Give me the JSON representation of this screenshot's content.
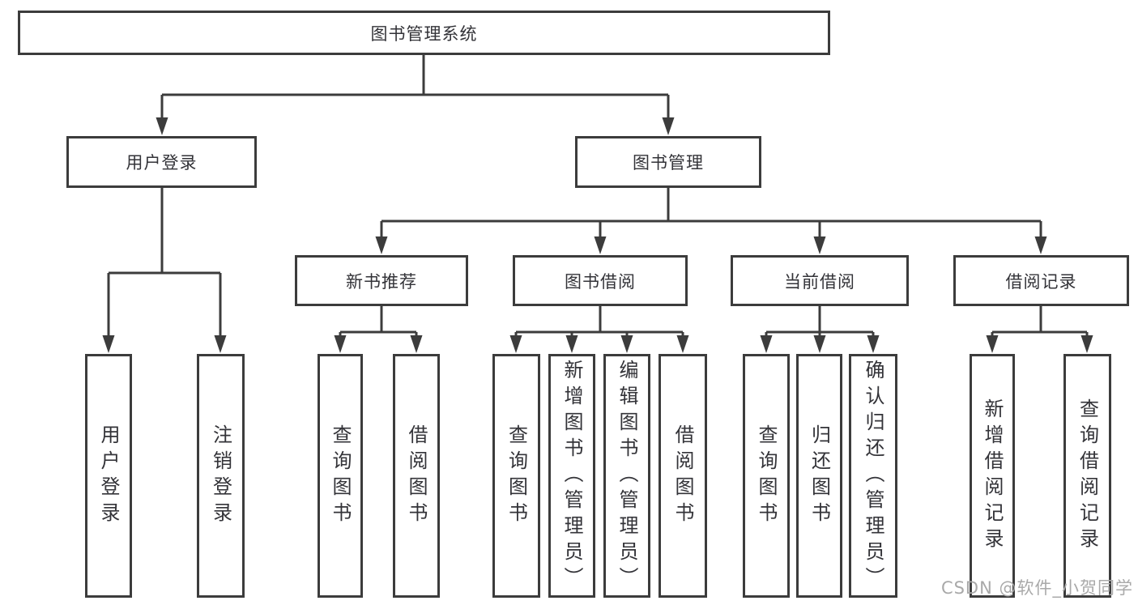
{
  "diagram": {
    "root_label": "图书管理系统",
    "branches": [
      {
        "label": "用户登录",
        "children": [
          {
            "label": "用户登录"
          },
          {
            "label": "注销登录"
          }
        ]
      },
      {
        "label": "图书管理",
        "children": [
          {
            "label": "新书推荐",
            "children": [
              {
                "label": "查询图书"
              },
              {
                "label": "借阅图书"
              }
            ]
          },
          {
            "label": "图书借阅",
            "children": [
              {
                "label": "查询图书"
              },
              {
                "label": "新增图书（管理员）"
              },
              {
                "label": "编辑图书（管理员）"
              },
              {
                "label": "借阅图书"
              }
            ]
          },
          {
            "label": "当前借阅",
            "children": [
              {
                "label": "查询图书"
              },
              {
                "label": "归还图书"
              },
              {
                "label": "确认归还（管理员）"
              }
            ]
          },
          {
            "label": "借阅记录",
            "children": [
              {
                "label": "新增借阅记录"
              },
              {
                "label": "查询借阅记录"
              }
            ]
          }
        ]
      }
    ],
    "watermark": "CSDN @软件_小贺同学",
    "colors": {
      "line": "#3c3c3c",
      "text": "#333338",
      "watermark": "#a9a9a9",
      "background": "#ffffff"
    }
  }
}
